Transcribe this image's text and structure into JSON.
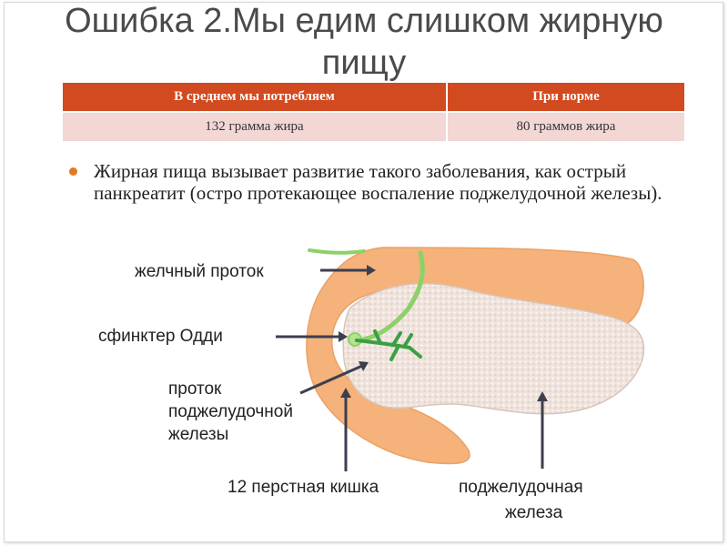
{
  "title": "Ошибка 2.Мы едим слишком жирную пищу",
  "table": {
    "headers": [
      "В среднем мы потребляем",
      "При норме"
    ],
    "row": [
      "132 грамма жира",
      "80 граммов жира"
    ]
  },
  "bullet": "Жирная пища вызывает развитие такого заболевания, как острый панкреатит (остро протекающее воспаление поджелудочной железы).",
  "diagram": {
    "labels": {
      "bile_duct": "желчный проток",
      "oddi": "сфинктер Одди",
      "pancreatic_duct_1": "проток",
      "pancreatic_duct_2": "поджелудочной",
      "pancreatic_duct_3": "железы",
      "duodenum": "12 перстная кишка",
      "pancreas_1": "поджелудочная",
      "pancreas_2": "железа"
    }
  },
  "colors": {
    "table_header": "#d24a1f",
    "table_row": "#f2d7d5",
    "bullet": "#e07a20",
    "duodenum": "#f5b27a",
    "duct": "#8ed06a"
  }
}
